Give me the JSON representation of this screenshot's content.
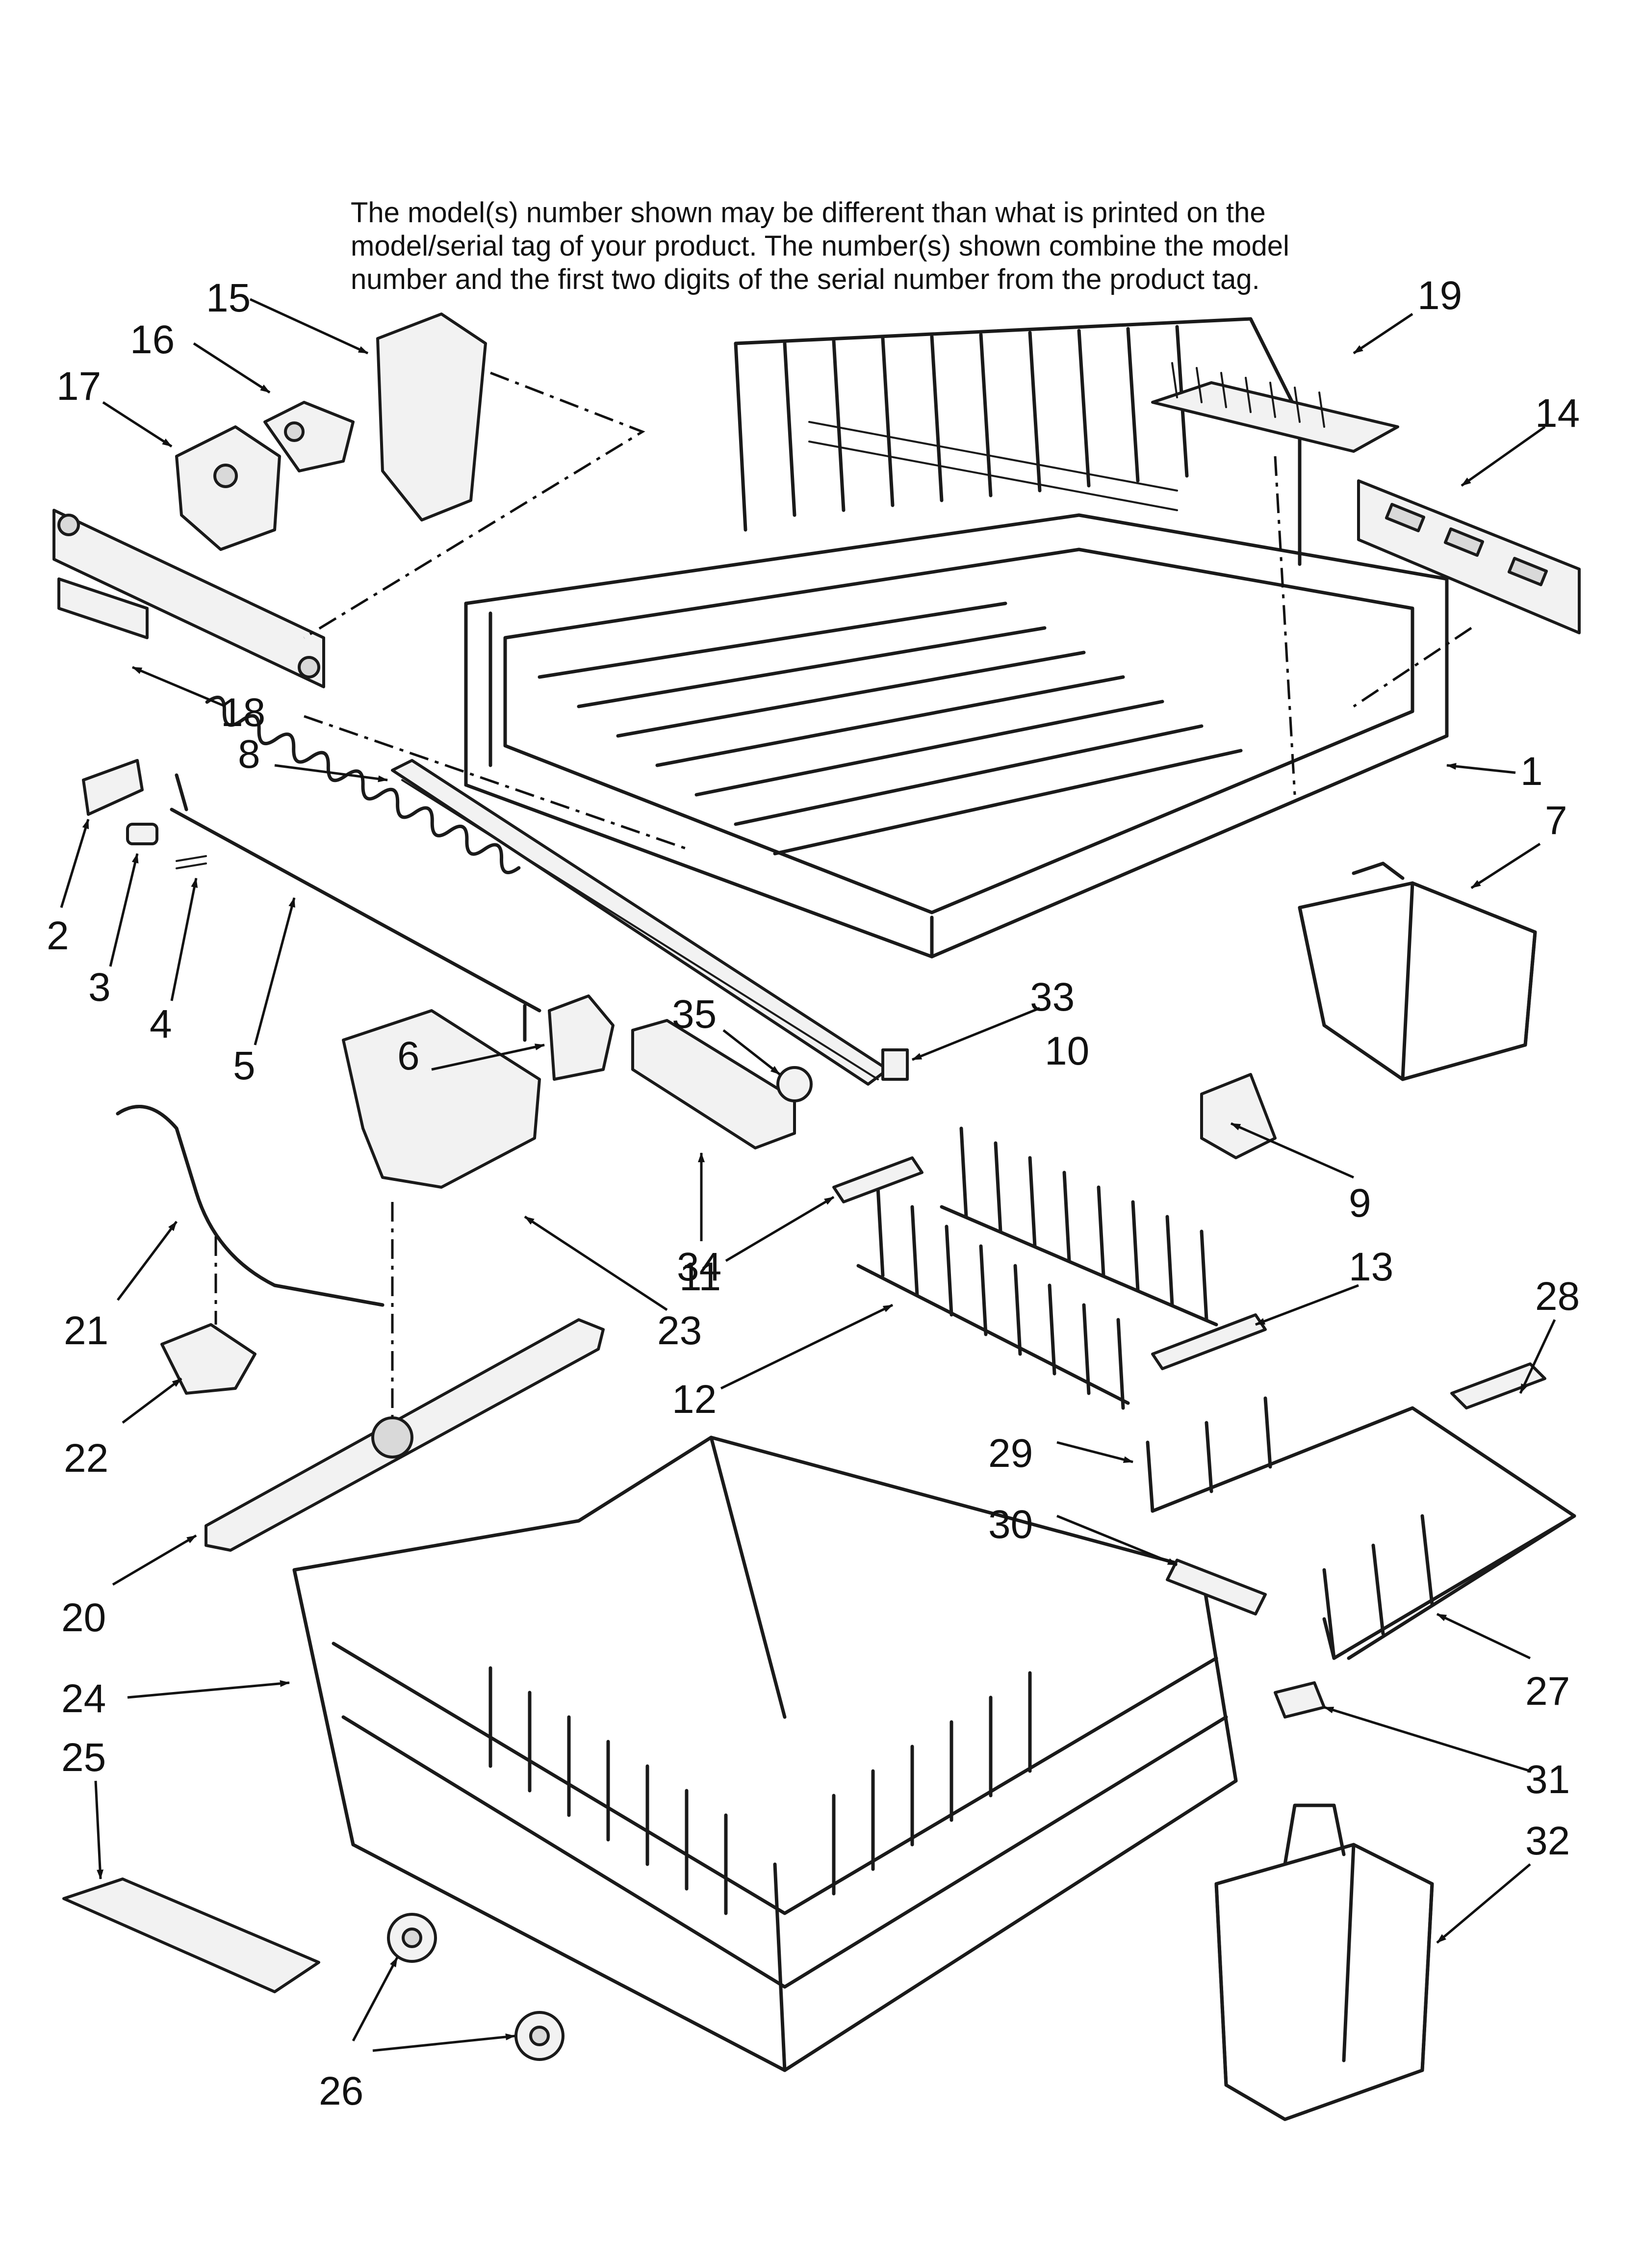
{
  "note": {
    "line1": "The model(s) number shown may be different than what is printed on the",
    "line2": "model/serial tag of your product. The number(s) shown combine the model",
    "line3": "number and the first two digits of the serial number from the product tag."
  },
  "callouts": {
    "c1": "1",
    "c2": "2",
    "c3": "3",
    "c4": "4",
    "c5": "5",
    "c6": "6",
    "c7": "7",
    "c8": "8",
    "c9": "9",
    "c10": "10",
    "c11": "11",
    "c12": "12",
    "c13": "13",
    "c14": "14",
    "c15": "15",
    "c16": "16",
    "c17": "17",
    "c18": "18",
    "c19": "19",
    "c20": "20",
    "c21": "21",
    "c22": "22",
    "c23": "23",
    "c24": "24",
    "c25": "25",
    "c26": "26",
    "c27": "27",
    "c28": "28",
    "c29": "29",
    "c30": "30",
    "c31": "31",
    "c32": "32",
    "c33": "33",
    "c34": "34",
    "c35": "35"
  }
}
